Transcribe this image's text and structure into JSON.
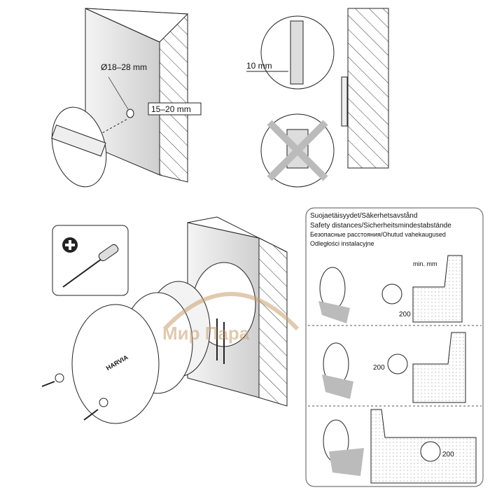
{
  "step1": {
    "hole_diameter": "Ø18–28 mm",
    "depth": "15–20 mm"
  },
  "step2": {
    "gap": "10 mm"
  },
  "safety": {
    "title_lines": [
      "Suojaetäisyydet/Säkerhetsavstånd",
      "Safety distances/Sicherheitsmindestabstände",
      "Безопасные расстояния/Ohutud vahekaugused",
      "Odległości instalacyjne"
    ],
    "unit": "min. mm",
    "distances": [
      "200",
      "200",
      "200"
    ]
  },
  "brand_on_lid": "HARVIA",
  "watermark": "Мир Пара",
  "colors": {
    "line": "#222222",
    "wall": "#d9d9d9",
    "panel_border": "#555555",
    "watermark": "#c8a070"
  }
}
